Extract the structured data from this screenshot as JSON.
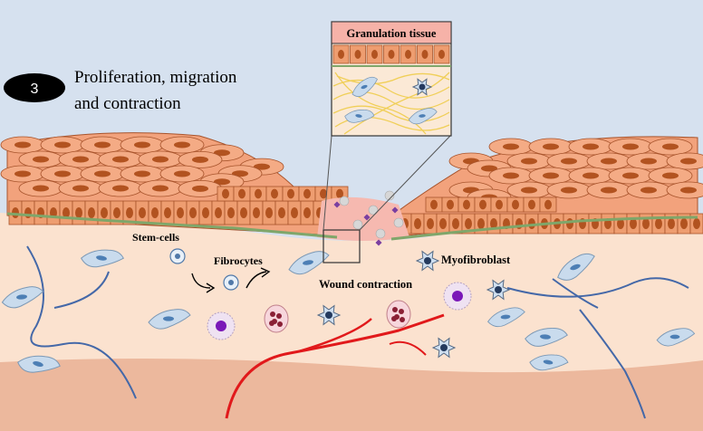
{
  "step": {
    "number": "3",
    "title_line1": "Proliferation, migration",
    "title_line2": "and contraction"
  },
  "inset": {
    "title": "Granulation tissue"
  },
  "labels": {
    "stem_cells": "Stem-cells",
    "fibrocytes": "Fibrocytes",
    "wound_contraction": "Wound contraction",
    "myofibroblast": "Myofibroblast"
  },
  "colors": {
    "sky": "#d6e1ef",
    "dermis": "#fbe2cf",
    "deep_dermis": "#ecb89d",
    "keratinocyte_fill": "#ee9d70",
    "keratinocyte_outline": "#a8542c",
    "nucleus": "#b25320",
    "basement_membrane": "#7fa66a",
    "wound_bed": "#f6b9b0",
    "collagen": "#f0cf58",
    "blood_vessel": "#e1191b",
    "nerve_fiber": "#4468a8",
    "fibroblast_fill": "#c9dbed",
    "fibroblast_nucleus": "#4d7fb5",
    "step_badge": "#000000",
    "inset_title_bg": "#f6b2a8"
  }
}
